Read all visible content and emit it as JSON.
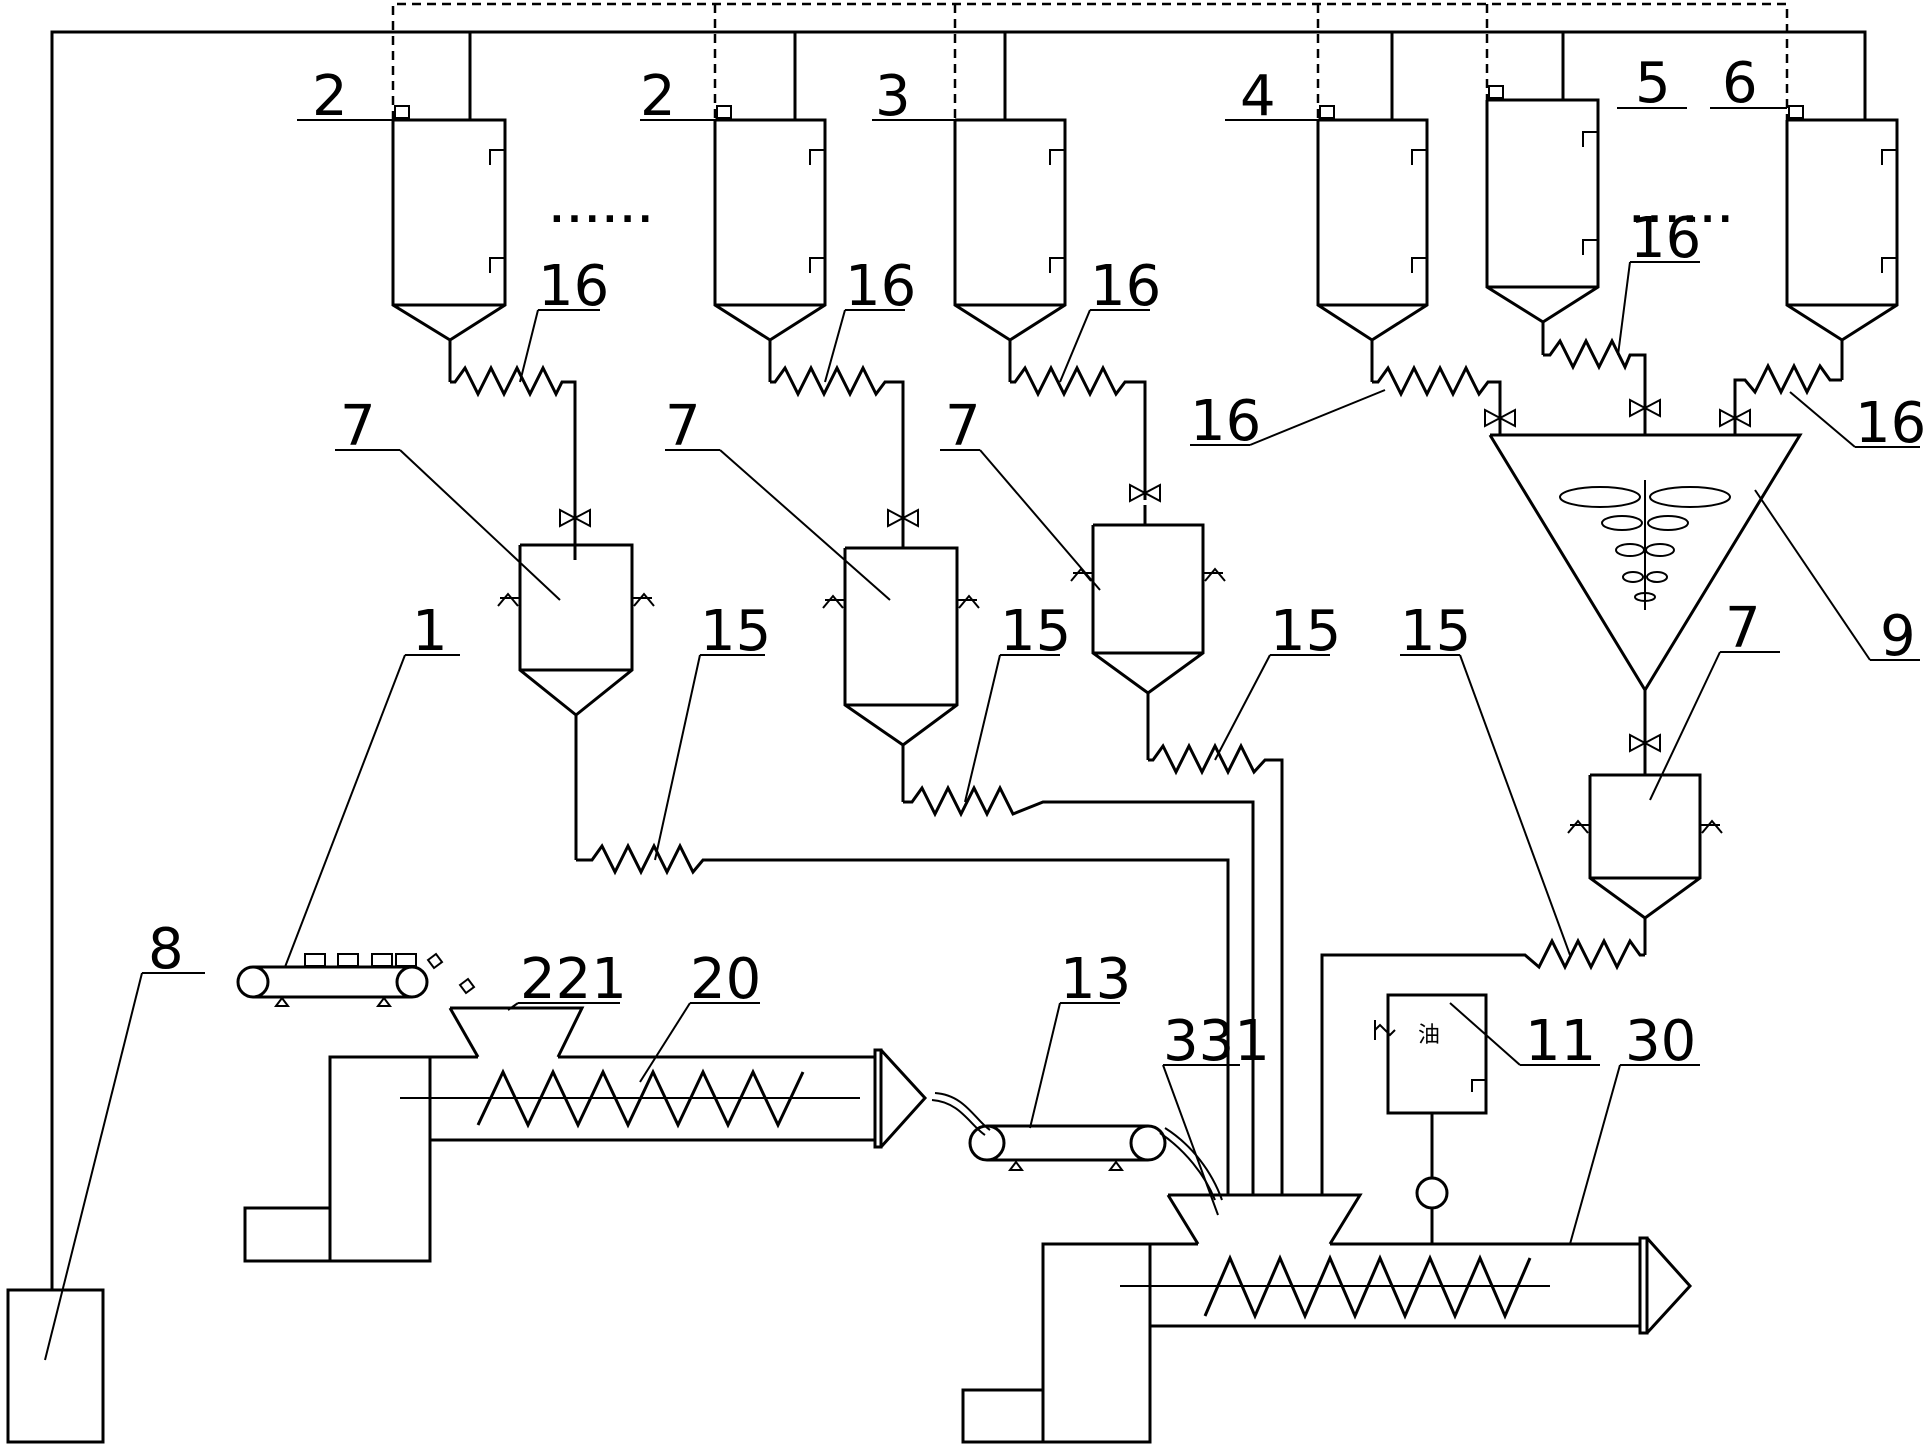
{
  "diagram": {
    "labels": {
      "conveyor_1": "1",
      "silo_2a": "2",
      "silo_2b": "2",
      "silo_3": "3",
      "silo_4": "4",
      "silo_5": "5",
      "silo_6": "6",
      "hopper_7a": "7",
      "hopper_7b": "7",
      "hopper_7c": "7",
      "hopper_7d": "7",
      "tank_8": "8",
      "mixer_9": "9",
      "oil_tank_11": "11",
      "conveyor_13": "13",
      "screw_15a": "15",
      "screw_15b": "15",
      "screw_15c": "15",
      "screw_15d": "15",
      "screw_16a": "16",
      "screw_16b": "16",
      "screw_16c": "16",
      "screw_16d": "16",
      "screw_16e": "16",
      "screw_16f": "16",
      "extruder_20": "20",
      "hopper_221": "221",
      "extruder_30": "30",
      "hopper_331": "331"
    },
    "oil_text": "油",
    "ellipsis": "......"
  }
}
